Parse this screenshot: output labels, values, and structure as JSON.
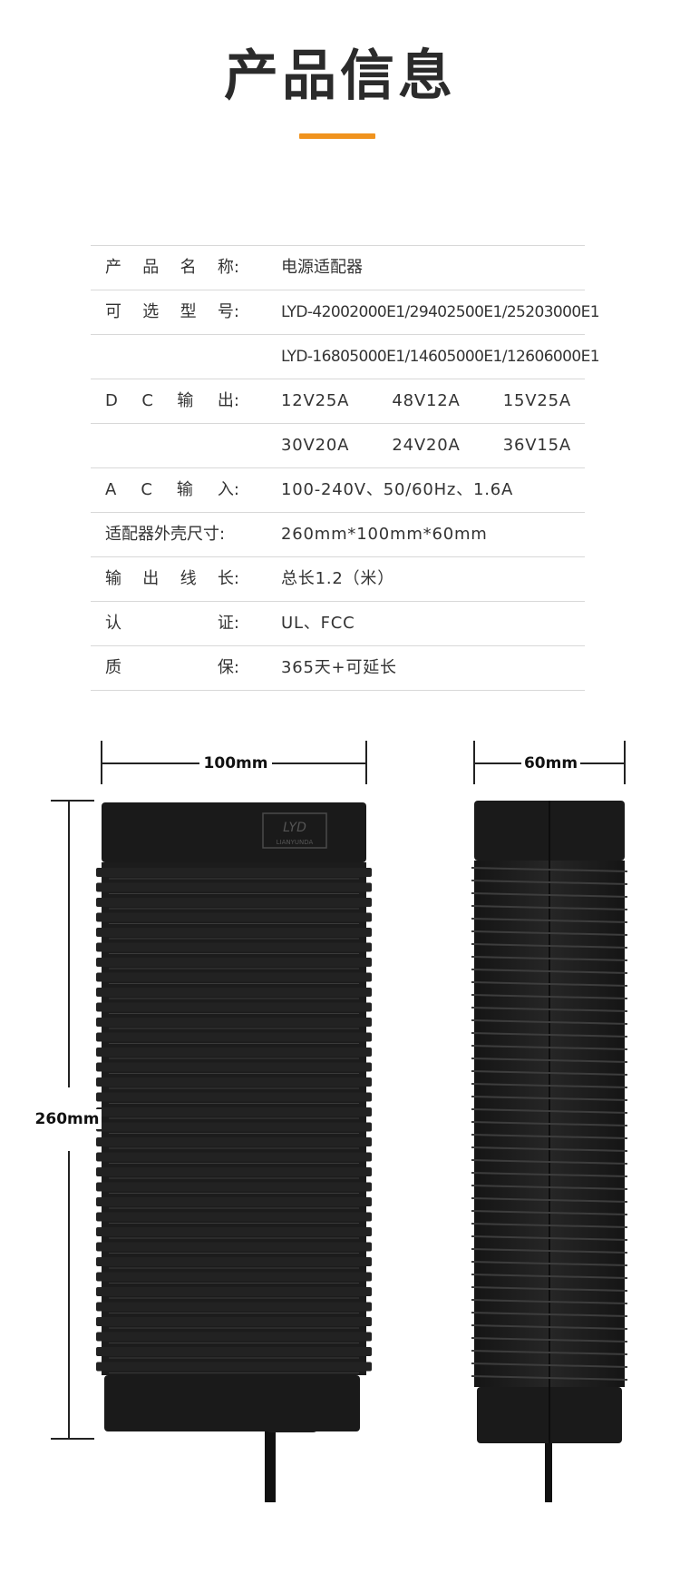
{
  "header": {
    "title": "产品信息"
  },
  "specs": [
    {
      "label": [
        "产",
        "品",
        "名",
        "称:"
      ],
      "value": [
        "电源适配器"
      ]
    },
    {
      "label": [
        "可",
        "选",
        "型",
        "号:"
      ],
      "value": [
        "LYD-42002000E1/29402500E1/25203000E1"
      ]
    },
    {
      "label": [],
      "value": [
        "LYD-16805000E1/14605000E1/12606000E1"
      ]
    },
    {
      "label": [
        "D",
        "C",
        "输",
        "出:"
      ],
      "value": [
        "12V25A",
        "48V12A",
        "15V25A"
      ]
    },
    {
      "label": [],
      "value": [
        "30V20A",
        "24V20A",
        "36V15A"
      ]
    },
    {
      "label": [
        "A",
        "C",
        "输",
        "入:"
      ],
      "value": [
        "100-240V、50/60Hz、1.6A"
      ]
    },
    {
      "label": [
        "适配器外壳尺寸:"
      ],
      "value": [
        "260mm*100mm*60mm"
      ]
    },
    {
      "label": [
        "输",
        "出",
        "线",
        "长:"
      ],
      "value": [
        "总长1.2（米）"
      ]
    },
    {
      "label": [
        "认",
        "证:"
      ],
      "value": [
        "UL、FCC"
      ]
    },
    {
      "label": [
        "质",
        "保:"
      ],
      "value": [
        "365天+可延长"
      ]
    }
  ],
  "dimensions": {
    "width": "100mm",
    "depth": "60mm",
    "length": "260mm"
  },
  "logo": {
    "brand": "LYD",
    "sub": "LIANYUNDA"
  },
  "colors": {
    "accent": "#f0931e",
    "body": "#1c1c1c",
    "rib_light": "#3a3a3a"
  }
}
